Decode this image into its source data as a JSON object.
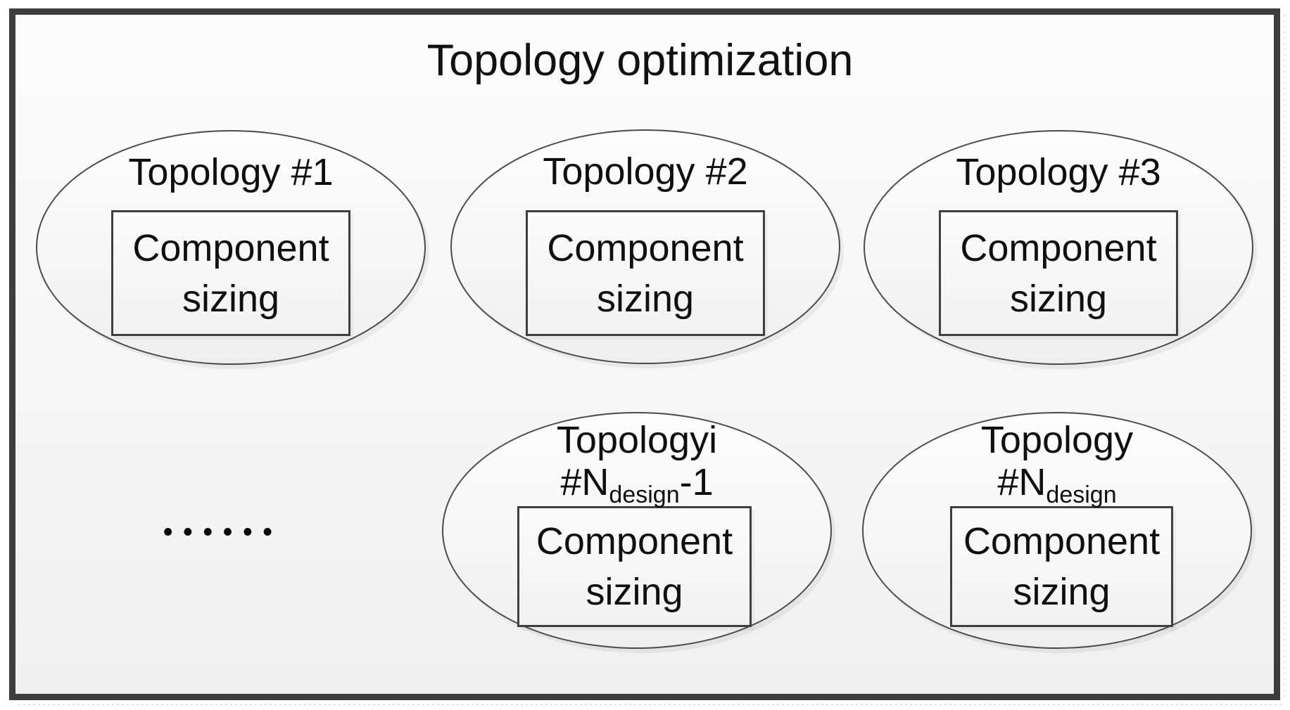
{
  "title": "Topology optimization",
  "ellipsis_dots": "••••••",
  "colors": {
    "frame_border": "#3d3d3d",
    "shape_stroke": "#4a4a4a",
    "box_stroke": "#3f3f3f",
    "text": "#0f0f0f",
    "panel_bg_top": "#fcfcfc",
    "panel_bg_bottom": "#f0f0f0"
  },
  "ellipses": [
    {
      "label_line1": "Topology #1",
      "box_line1": "Component",
      "box_line2": "sizing"
    },
    {
      "label_line1": "Topology #2",
      "box_line1": "Component",
      "box_line2": "sizing"
    },
    {
      "label_line1": "Topology #3",
      "box_line1": "Component",
      "box_line2": "sizing"
    },
    {
      "label_line1": "Topologyi",
      "label_line2_prefix": "#N",
      "label_line2_sub": "design",
      "label_line2_suffix": "-1",
      "box_line1": "Component",
      "box_line2": "sizing"
    },
    {
      "label_line1": "Topology",
      "label_line2_prefix": "#N",
      "label_line2_sub": "design",
      "label_line2_suffix": "",
      "box_line1": "Component",
      "box_line2": "sizing"
    }
  ]
}
